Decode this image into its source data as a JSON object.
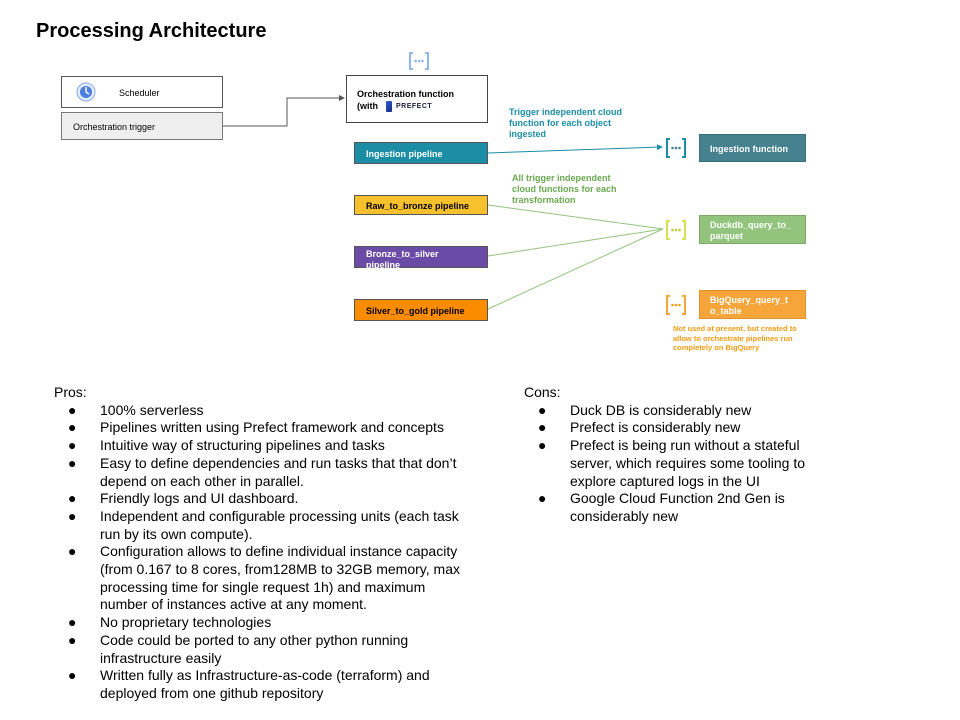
{
  "title": "Processing Architecture",
  "diagram": {
    "scheduler": {
      "label": "Scheduler",
      "icon": "scheduler-icon"
    },
    "orchestration_trigger": {
      "label": "Orchestration trigger"
    },
    "orchestration_function": {
      "line1": "Orchestration function",
      "line2": "(with",
      "logo_text": "PREFECT"
    },
    "pipelines": {
      "ingestion": "Ingestion pipeline",
      "raw_to_bronze": "Raw_to_bronze pipeline",
      "bronze_to_silver_1": "Bronze_to_silver",
      "bronze_to_silver_2": "pipeline",
      "silver_to_gold": "Silver_to_gold pipeline"
    },
    "functions": {
      "ingestion": "Ingestion function",
      "duckdb_1": "Duckdb_query_to_",
      "duckdb_2": "parquet",
      "bigquery_1": "BigQuery_query_t",
      "bigquery_2": "o_table"
    },
    "notes": {
      "teal_1": "Trigger independent cloud",
      "teal_2": "function for each object",
      "teal_3": "ingested",
      "green_1": "All trigger independent",
      "green_2": "cloud functions for each",
      "green_3": "transformation",
      "orange_1": "Not used at present, but created to",
      "orange_2": "allow to orchestrate pipelines run",
      "orange_3": "completely on BigQuery"
    },
    "colors": {
      "teal": "#1b8ea6",
      "yellow": "#f6c12c",
      "purple": "#6a4ca6",
      "orange": "#fb8c00",
      "green": "#93c47d",
      "function_teal": "#45818e"
    }
  },
  "pros": {
    "heading": "Pros:",
    "items": [
      [
        "100% serverless"
      ],
      [
        "Pipelines written using Prefect framework and concepts"
      ],
      [
        "Intuitive way of structuring pipelines and tasks"
      ],
      [
        "Easy to define dependencies and run tasks that that don’t",
        "depend on each other in parallel."
      ],
      [
        "Friendly logs and UI dashboard."
      ],
      [
        "Independent and configurable processing units (each task",
        "run by its own compute)."
      ],
      [
        "Configuration allows to define individual instance capacity",
        "(from 0.167 to 8 cores, from128MB to 32GB memory, max",
        "processing time for single request 1h) and maximum",
        "number of instances active at any moment."
      ],
      [
        "No proprietary technologies"
      ],
      [
        "Code could be ported to any other python running",
        "infrastructure easily"
      ],
      [
        "Written fully as Infrastructure-as-code (terraform) and",
        "deployed from one github repository"
      ]
    ]
  },
  "cons": {
    "heading": "Cons:",
    "items": [
      [
        "Duck DB is considerably new"
      ],
      [
        "Prefect is considerably new"
      ],
      [
        "Prefect is being run without a stateful",
        "server, which requires some tooling to",
        "explore captured logs in the UI"
      ],
      [
        "Google Cloud Function 2nd Gen is",
        "considerably new"
      ]
    ]
  }
}
